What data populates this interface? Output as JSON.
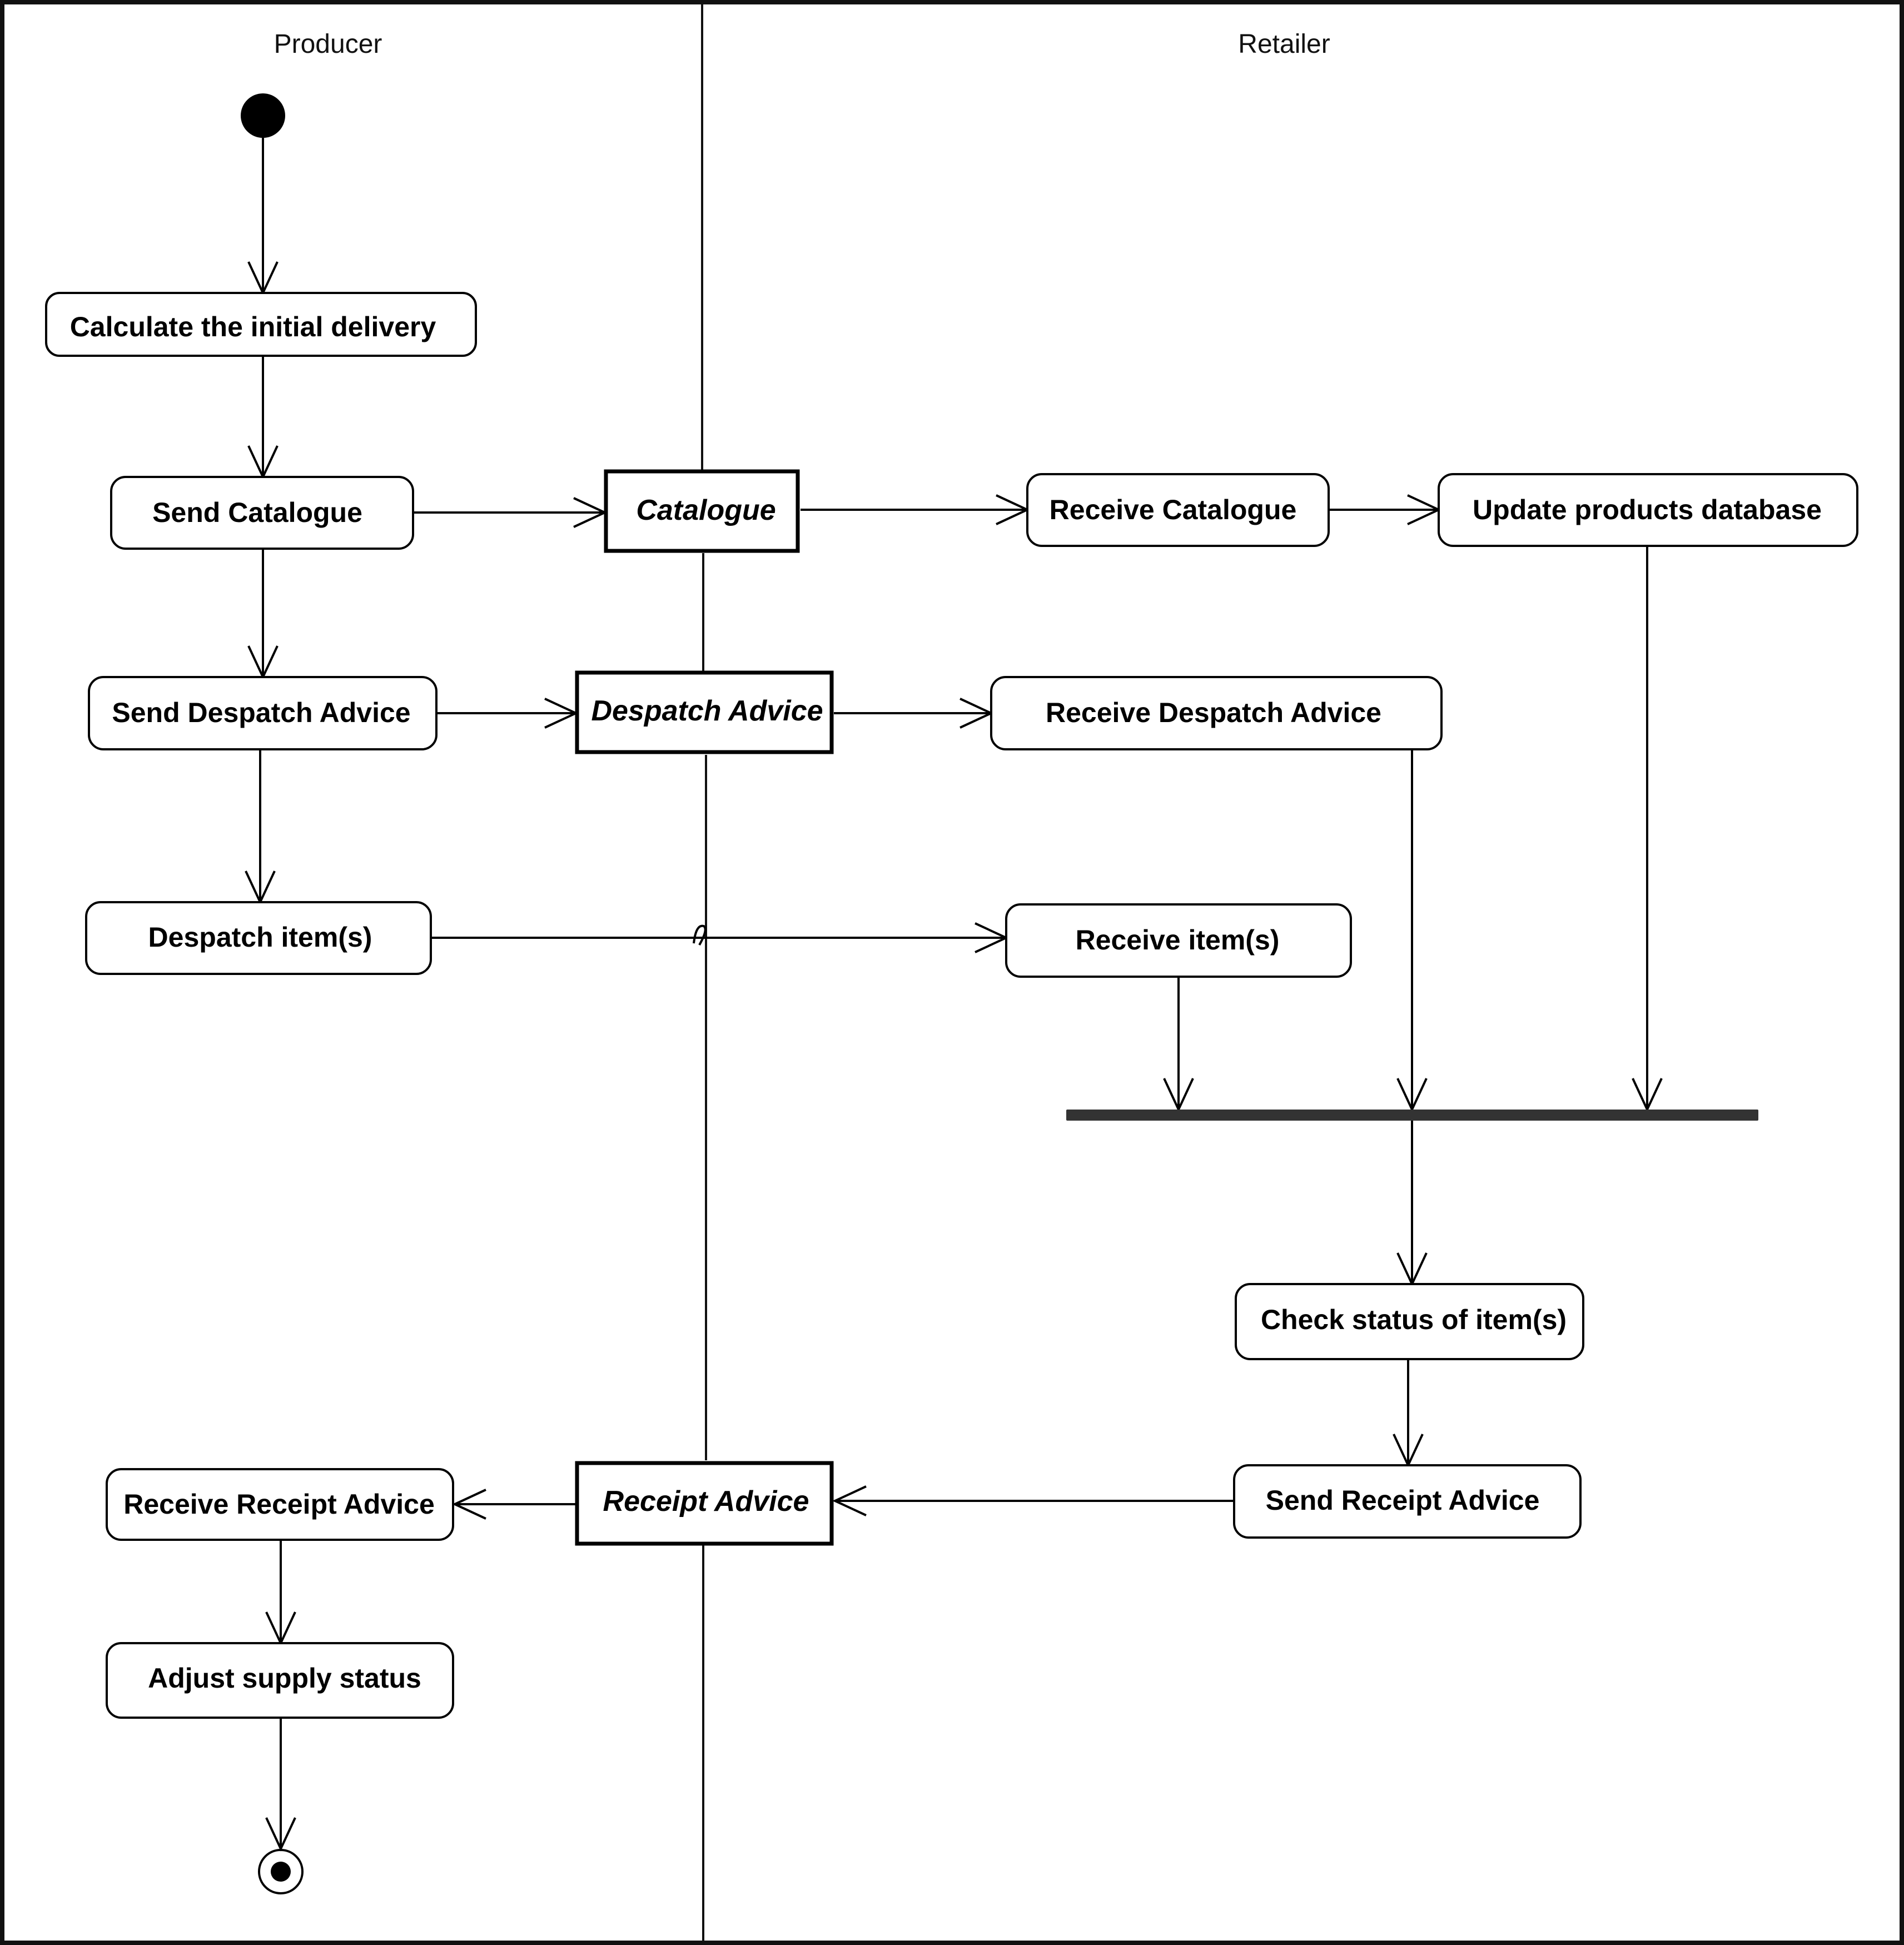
{
  "lanes": {
    "producer": "Producer",
    "retailer": "Retailer"
  },
  "activities": {
    "calculate_initial_delivery": "Calculate the initial delivery",
    "send_catalogue": "Send Catalogue",
    "send_despatch_advice": "Send Despatch Advice",
    "despatch_items": "Despatch item(s)",
    "receive_catalogue": "Receive Catalogue",
    "update_products_database": "Update products database",
    "receive_despatch_advice": "Receive Despatch Advice",
    "receive_items": "Receive item(s)",
    "check_status_of_items": "Check status of item(s)",
    "send_receipt_advice": "Send Receipt Advice",
    "receive_receipt_advice": "Receive Receipt Advice",
    "adjust_supply_status": "Adjust supply status"
  },
  "objects": {
    "catalogue": "Catalogue",
    "despatch_advice": "Despatch Advice",
    "receipt_advice": "Receipt Advice"
  },
  "colors": {
    "line": "#000000",
    "fork_bar": "#333333",
    "background": "#ffffff"
  }
}
